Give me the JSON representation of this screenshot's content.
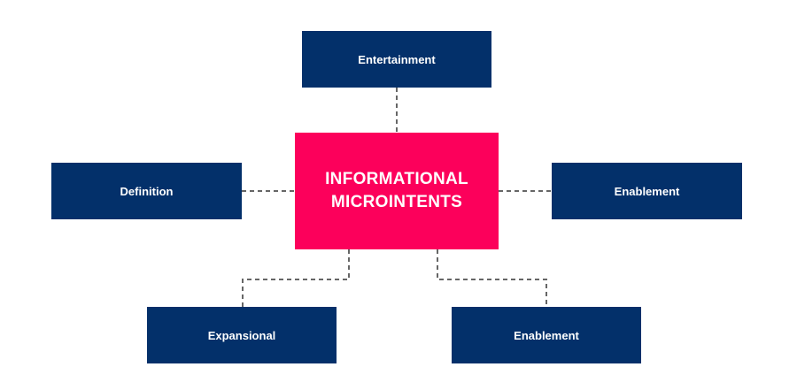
{
  "diagram": {
    "center": {
      "line1": "INFORMATIONAL",
      "line2": "MICROINTENTS"
    },
    "nodes": {
      "top": "Entertainment",
      "left": "Definition",
      "right": "Enablement",
      "bottom_left": "Expansional",
      "bottom_right": "Enablement"
    }
  },
  "colors": {
    "center_fill": "#fc005b",
    "node_fill": "#03306a",
    "text": "#ffffff",
    "connector": "#666666"
  }
}
